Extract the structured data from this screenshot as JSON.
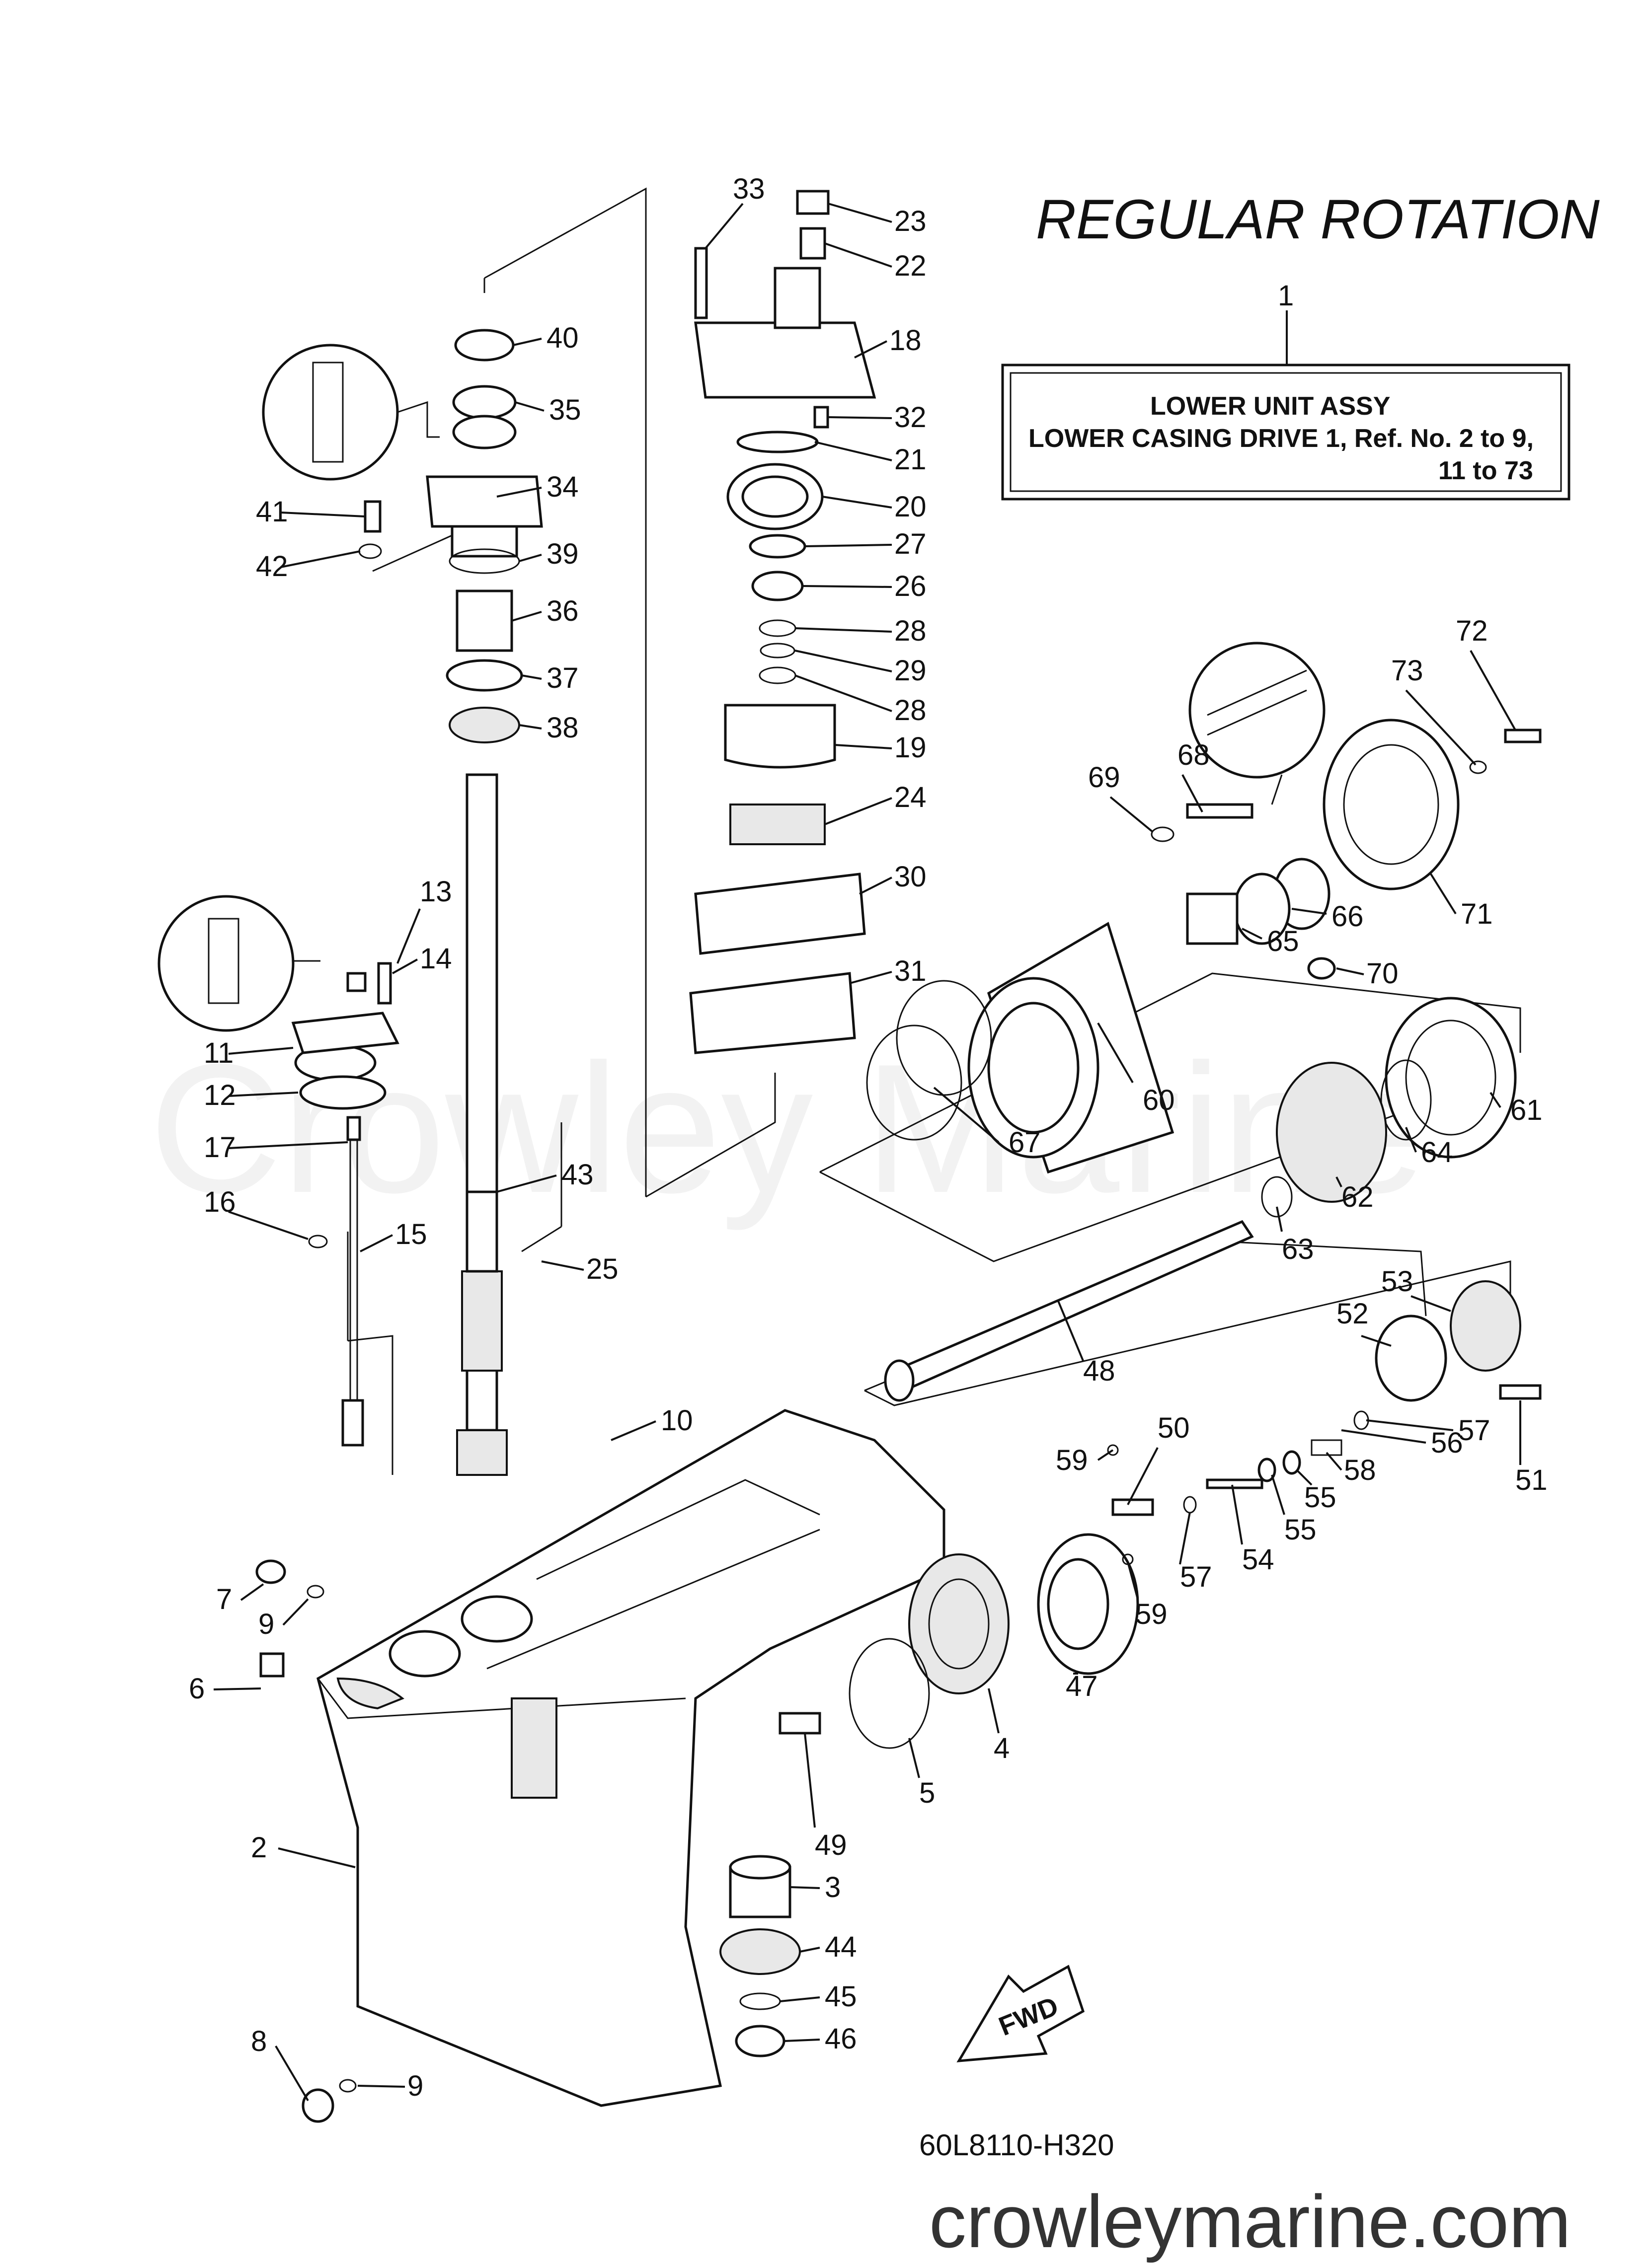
{
  "title": "REGULAR ROTATION",
  "assembly_box": {
    "ref": "1",
    "line1": "LOWER UNIT ASSY",
    "line2": "LOWER CASING DRIVE 1,  Ref. No. 2 to 9,",
    "line3": "11 to 73"
  },
  "watermark": "Crowley Marine",
  "footer_url": "crowleymarine.com",
  "drawing_code": "60L8110-H320",
  "fwd_label": "FWD",
  "part_numbers": [
    "2",
    "3",
    "4",
    "5",
    "6",
    "7",
    "8",
    "9",
    "9",
    "10",
    "11",
    "12",
    "13",
    "14",
    "15",
    "16",
    "17",
    "18",
    "19",
    "20",
    "21",
    "22",
    "23",
    "24",
    "25",
    "26",
    "27",
    "28",
    "28",
    "29",
    "30",
    "31",
    "32",
    "33",
    "34",
    "35",
    "36",
    "37",
    "38",
    "39",
    "40",
    "41",
    "42",
    "43",
    "44",
    "45",
    "46",
    "47",
    "48",
    "49",
    "50",
    "51",
    "52",
    "53",
    "54",
    "55",
    "55",
    "56",
    "57",
    "57",
    "58",
    "59",
    "59",
    "60",
    "61",
    "62",
    "63",
    "64",
    "65",
    "66",
    "67",
    "68",
    "69",
    "70",
    "71",
    "72",
    "73"
  ]
}
